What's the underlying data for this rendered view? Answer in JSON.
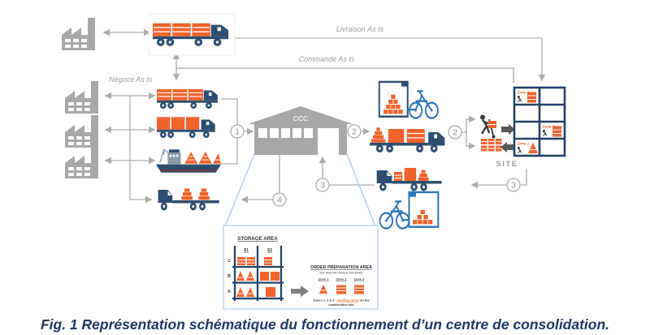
{
  "caption": "Fig. 1 Représentation schématique du fonctionnement d’un centre de consolidation.",
  "labels": {
    "livraison": "Livraison As Is",
    "commande": "Commande As Is",
    "negoce": "Négoce As Is",
    "site": "SITE",
    "ccc": "CCC"
  },
  "steps": {
    "s1": "1",
    "s2a": "2",
    "s2b": "2",
    "s3a": "3",
    "s3b": "3",
    "s4": "4"
  },
  "site_building": {
    "zones": [
      {
        "label": "Zone 3"
      },
      {
        "label": "Zone 2"
      },
      {
        "label": "Zone 1"
      }
    ]
  },
  "inset": {
    "storage_title": "STORAGE AREA",
    "columns": [
      "S1",
      "S2"
    ],
    "rows": [
      "C",
      "B",
      "A"
    ],
    "prep_title": "ORDER PREPARATION AREA",
    "prep_subtitle": "(KITTING OR CROSS DOCKING)",
    "prep_zones": [
      "Zone 1",
      "Zone 2",
      "Zone 3"
    ],
    "note_prefix": "Zones 1, 2 & 3 : ",
    "note_highlight": "working zones",
    "note_middle": " on the",
    "note_line2": "construction site"
  },
  "icons": {
    "factory-icon": "gray sawtooth factory silhouette",
    "semi-truck-icon": "navy cab truck with orange striped containers",
    "box-truck-icon": "navy cab truck with plain orange boxes",
    "cargo-ship-icon": "navy hull ship with orange pyramid stacks",
    "flatbed-truck-icon": "navy flatbed truck with orange brick stacks",
    "warehouse-icon": "gray gable warehouse with windows and door",
    "cargo-bike-icon": "blue cargo tricycle with crate of orange goods",
    "worker-handtruck-icon": "dark figure pushing hand truck with orange box",
    "pallet-icon": "grid of orange striped packages",
    "site-scaffold-icon": "navy 2x4 grid building with zone cells",
    "step-circle-icon": "gray outlined circle with flow number",
    "arrow-icon": "gray flow arrow"
  },
  "colors": {
    "orange": "#F1632C",
    "navy": "#2D4E71",
    "gray": "#A8A8A8",
    "arrow_gray": "#ABABAB",
    "dark_gray": "#595959",
    "bike_blue": "#2E75B6",
    "callout_blue": "#A9C9E8",
    "inset_border": "#BDD7EE",
    "grid_navy": "#24406B",
    "caption_navy": "#1F3864"
  }
}
